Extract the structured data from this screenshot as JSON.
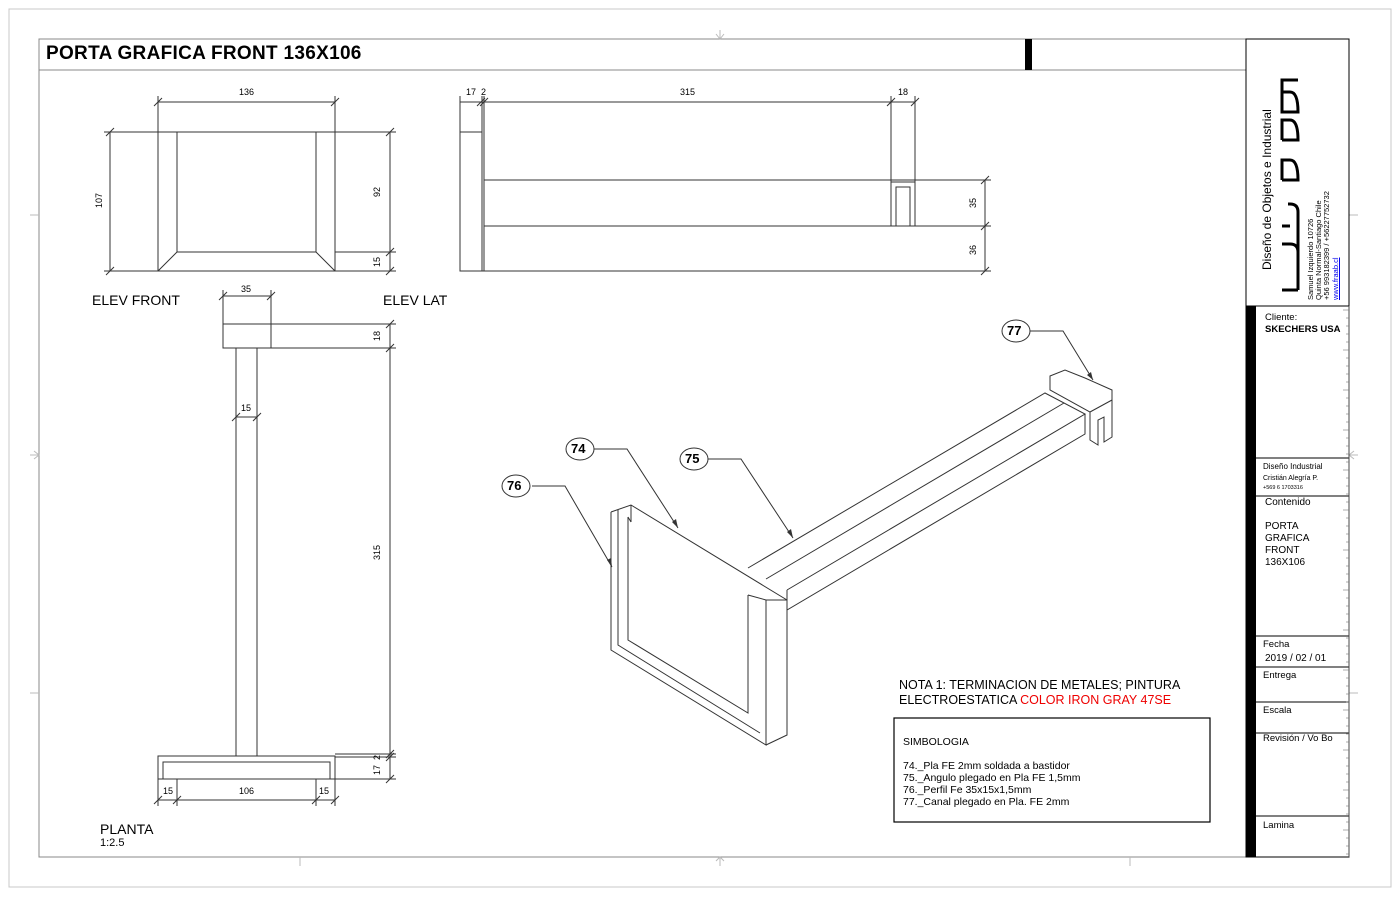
{
  "title": "PORTA GRAFICA FRONT 136X106",
  "views": {
    "elev_front": "ELEV FRONT",
    "elev_lat": "ELEV LAT",
    "planta": "PLANTA",
    "planta_scale": "1:2.5"
  },
  "dims": {
    "front_width": "136",
    "front_height": "107",
    "front_inner": "92",
    "front_base": "15",
    "lat_a": "17",
    "lat_b": "2",
    "lat_len": "315",
    "lat_end": "18",
    "lat_h1": "35",
    "lat_h2": "36",
    "plan_top_w": "35",
    "plan_top_h": "18",
    "plan_tube": "15",
    "plan_len": "315",
    "plan_base_a": "17",
    "plan_base_b": "2",
    "plan_bottom_l": "15",
    "plan_bottom_m": "106",
    "plan_bottom_r": "15"
  },
  "callouts": [
    "74",
    "75",
    "76",
    "77"
  ],
  "note": {
    "line1": "NOTA 1: TERMINACION  DE METALES; PINTURA",
    "line2": "ELECTROESTATICA ",
    "highlight": "COLOR IRON GRAY 47SE",
    "highlight_color": "#e00000"
  },
  "simbologia": {
    "heading": "SIMBOLOGIA",
    "items": [
      "74._Pla FE 2mm soldada a bastidor",
      "75._Angulo plegado en Pla FE 1,5mm",
      "76._Perfil Fe 35x15x1,5mm",
      "77._Canal plegado en Pla. FE 2mm"
    ]
  },
  "title_block": {
    "company": "Diseño de Objetos e Industrial",
    "logo_text": "fraab",
    "address1": "Samuel Izquierdo 10726",
    "address2": "Quinta Normal-Santiago Chile",
    "phones": "+56 993182399  /  +56227752732",
    "website": "www.fraab.cl",
    "cliente_label": "Cliente:",
    "cliente": "SKECHERS USA",
    "designer_label": "Diseño Industrial",
    "designer": "Cristián Alegría P.",
    "designer_phone": "+569 6 1703316",
    "contenido_label": "Contenido",
    "contenido_lines": [
      "PORTA",
      "GRAFICA",
      "FRONT",
      "136X106"
    ],
    "fecha_label": "Fecha",
    "fecha": "2019 / 02 / 01",
    "entrega_label": "Entrega",
    "escala_label": "Escala",
    "revision_label": "Revisión  / Vo Bo",
    "lamina_label": "Lamina"
  }
}
